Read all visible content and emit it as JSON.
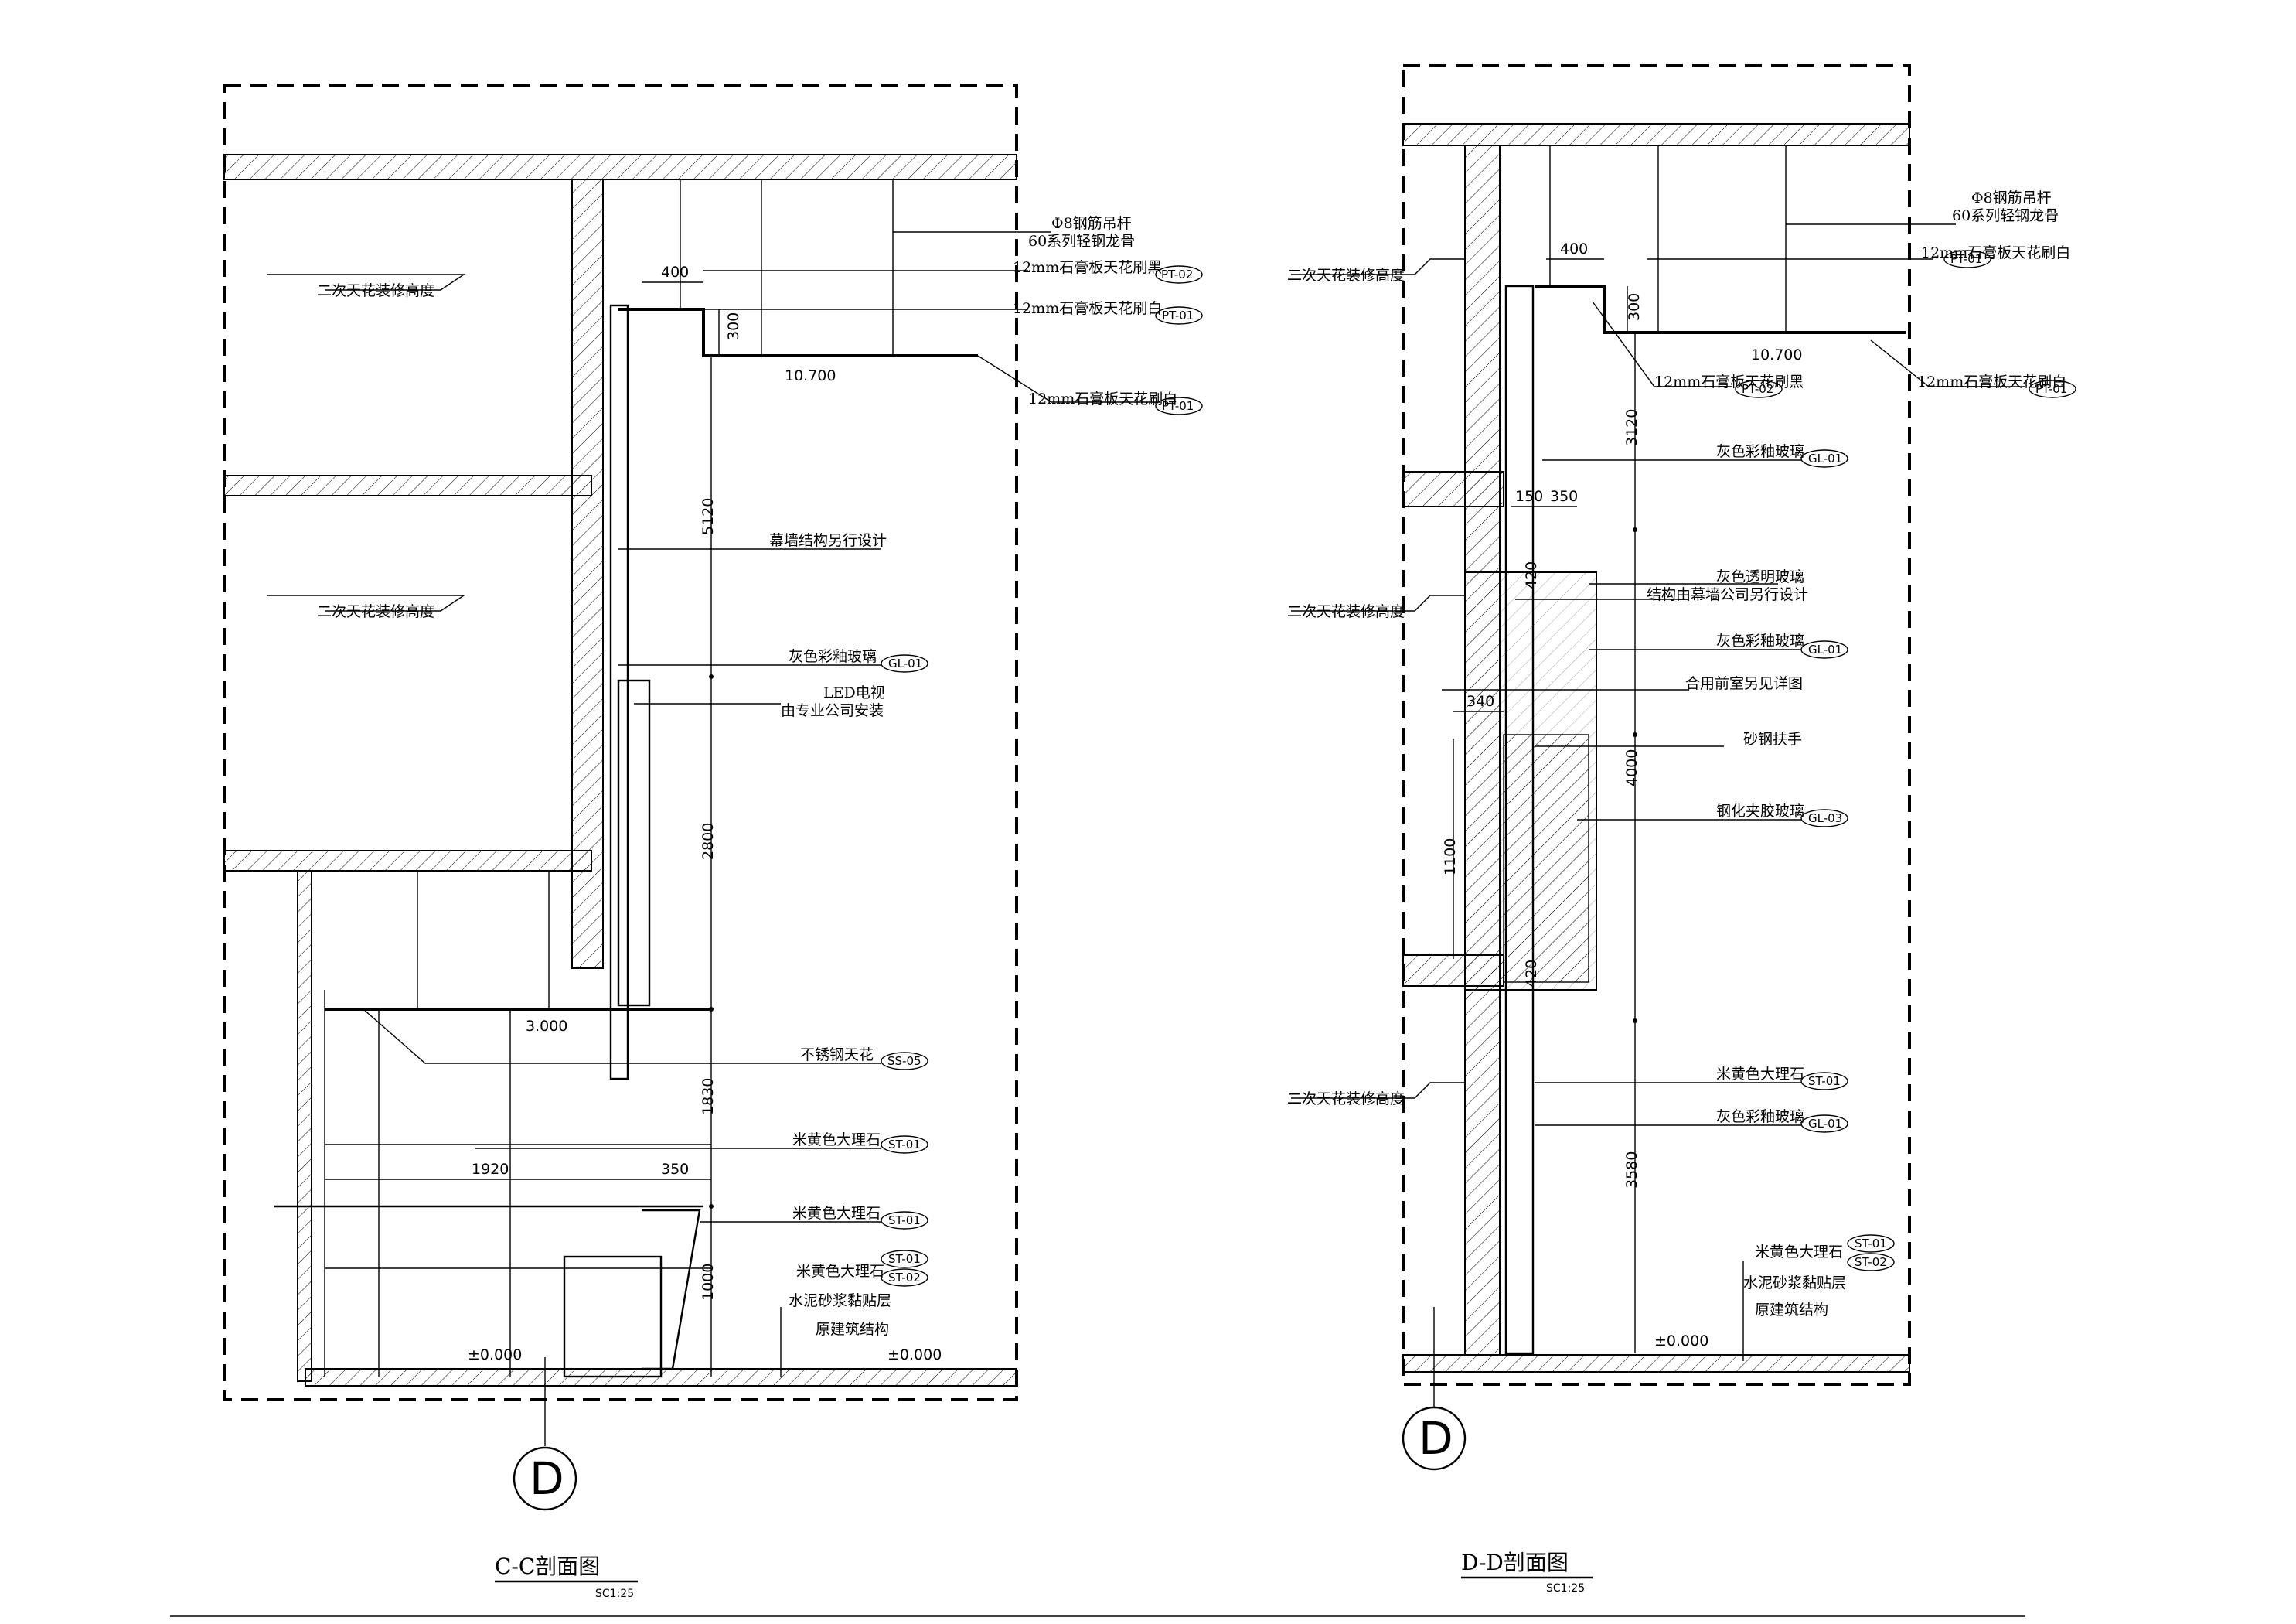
{
  "sheet": {
    "section_cc": {
      "title": "C-C剖面图",
      "scale": "SC1:25",
      "section_marker": "D",
      "labels": {
        "rod": "Φ8钢筋吊杆",
        "keel": "60系列轻钢龙骨",
        "gypsum_black": "12mm石膏板天花刷黑",
        "gypsum_white": "12mm石膏板天花刷白",
        "gypsum_white_2": "12mm石膏板天花刷白",
        "ceiling_height_1": "二次天花装修高度",
        "ceiling_height_2": "二次天花装修高度",
        "curtain_wall": "幕墙结构另行设计",
        "glass": "灰色彩釉玻璃",
        "led_1": "LED电视",
        "led_2": "由专业公司安装",
        "steel_ceiling": "不锈钢天花",
        "marble_1": "米黄色大理石",
        "marble_2": "米黄色大理石",
        "marble_3": "米黄色大理石",
        "mortar": "水泥砂浆黏贴层",
        "structure": "原建筑结构"
      },
      "tags": {
        "pt02": "PT-02",
        "pt01a": "PT-01",
        "pt01b": "PT-01",
        "gl01": "GL-01",
        "ss05": "SS-05",
        "st01a": "ST-01",
        "st01b": "ST-01",
        "st01c": "ST-01",
        "st02": "ST-02"
      },
      "dims": {
        "d400": "400",
        "d300": "300",
        "d5120": "5120",
        "d2800": "2800",
        "d1830": "1830",
        "d1000": "1000",
        "d1920": "1920",
        "d350": "350"
      },
      "levels": {
        "l10700": "10.700",
        "l3000": "3.000",
        "l0a": "±0.000",
        "l0b": "±0.000"
      }
    },
    "section_dd": {
      "title": "D-D剖面图",
      "scale": "SC1:25",
      "section_marker": "D",
      "labels": {
        "rod": "Φ8钢筋吊杆",
        "keel": "60系列轻钢龙骨",
        "gypsum_white_1": "12mm石膏板天花刷白",
        "gypsum_black": "12mm石膏板天花刷黑",
        "gypsum_white_2": "12mm石膏板天花刷白",
        "ceiling_height_1": "二次天花装修高度",
        "ceiling_height_2": "二次天花装修高度",
        "ceiling_height_3": "二次天花装修高度",
        "glass_1": "灰色彩釉玻璃",
        "clear_glass_1": "灰色透明玻璃",
        "clear_glass_2": "结构由幕墙公司另行设计",
        "glass_2": "灰色彩釉玻璃",
        "shared_room": "合用前室另见详图",
        "handrail": "砂钢扶手",
        "laminated": "钢化夹胶玻璃",
        "marble_1": "米黄色大理石",
        "glass_3": "灰色彩釉玻璃",
        "marble_2": "米黄色大理石",
        "mortar": "水泥砂浆黏贴层",
        "structure": "原建筑结构"
      },
      "tags": {
        "pt01a": "PT-01",
        "pt02": "PT-02",
        "pt01b": "PT-01",
        "gl01a": "GL-01",
        "gl01b": "GL-01",
        "gl03": "GL-03",
        "st01a": "ST-01",
        "gl01c": "GL-01",
        "st01b": "ST-01",
        "st02": "ST-02"
      },
      "dims": {
        "d400": "400",
        "d300": "300",
        "d3120": "3120",
        "d150": "150",
        "d350": "350",
        "d420a": "420",
        "d340": "340",
        "d4000": "4000",
        "d1100": "1100",
        "d420b": "420",
        "d3580": "3580"
      },
      "levels": {
        "l10700": "10.700",
        "l0": "±0.000"
      }
    }
  }
}
